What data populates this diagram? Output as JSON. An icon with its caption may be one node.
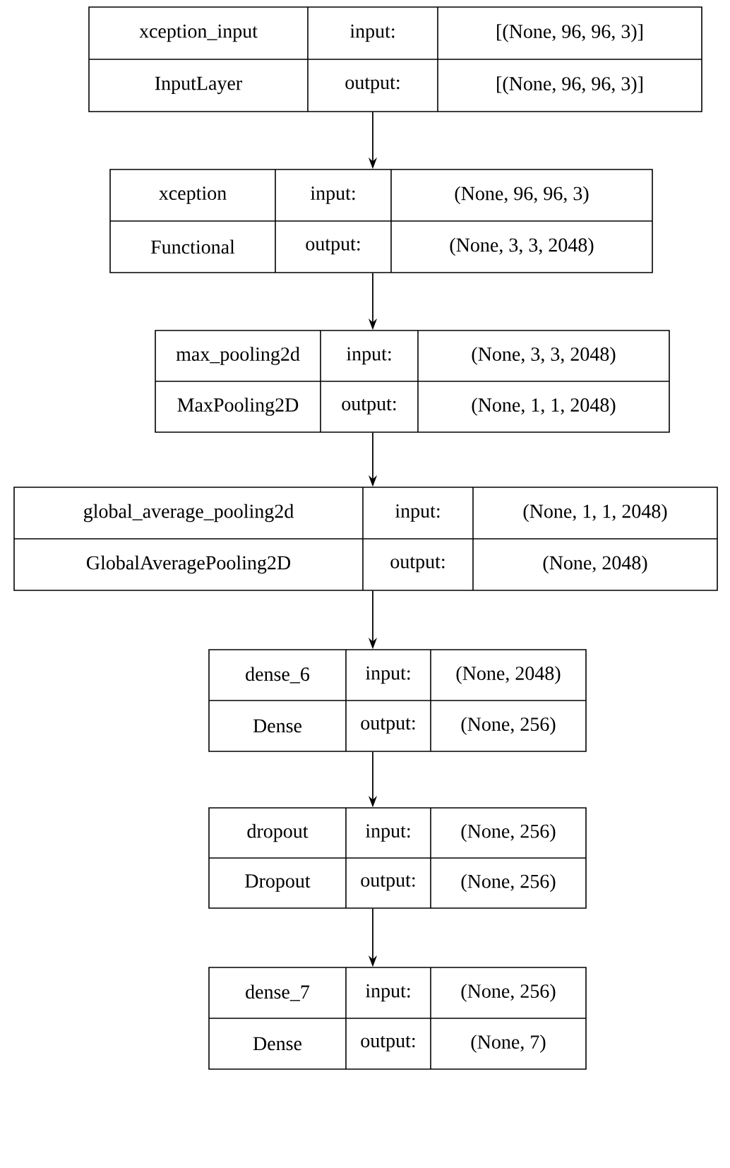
{
  "diagram": {
    "nodes": [
      {
        "text": [
          "xception_input",
          "input:",
          "[(None, 96, 96, 3)]",
          "InputLayer",
          "output:",
          "[(None, 96, 96, 3)]"
        ]
      },
      {
        "text": [
          "xception",
          "input:",
          "(None, 96, 96, 3)",
          "Functional",
          "output:",
          "(None, 3, 3, 2048)"
        ]
      },
      {
        "text": [
          "max_pooling2d",
          "input:",
          "(None, 3, 3, 2048)",
          "MaxPooling2D",
          "output:",
          "(None, 1, 1, 2048)"
        ]
      },
      {
        "text": [
          "global_average_pooling2d",
          "input:",
          "(None, 1, 1, 2048)",
          "GlobalAveragePooling2D",
          "output:",
          "(None, 2048)"
        ]
      },
      {
        "text": [
          "dense_6",
          "input:",
          "(None, 2048)",
          "Dense",
          "output:",
          "(None, 256)"
        ]
      },
      {
        "text": [
          "dropout",
          "input:",
          "(None, 256)",
          "Dropout",
          "output:",
          "(None, 256)"
        ]
      },
      {
        "text": [
          "dense_7",
          "input:",
          "(None, 256)",
          "Dense",
          "output:",
          "(None, 7)"
        ]
      }
    ],
    "edges": [
      {
        "from": 0,
        "to": 1,
        "arrow": "to"
      },
      {
        "from": 1,
        "to": 2,
        "arrow": "to"
      },
      {
        "from": 2,
        "to": 3,
        "arrow": "to"
      },
      {
        "from": 3,
        "to": 4,
        "arrow": "to"
      },
      {
        "from": 4,
        "to": 5,
        "arrow": "to"
      },
      {
        "from": 5,
        "to": 6,
        "arrow": "to"
      }
    ]
  }
}
